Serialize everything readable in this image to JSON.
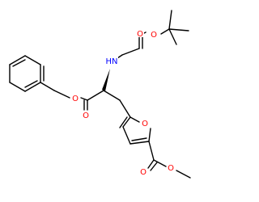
{
  "colors": {
    "background": "#ffffff",
    "bond": "#000000",
    "oxygen": "#ff0000",
    "nitrogen": "#0000ff"
  },
  "atoms": {
    "o_boc_carbonyl": "O",
    "o_boc_ether": "O",
    "nh": "HN",
    "o_benzyl_ether": "O",
    "o_ester_carbonyl": "O",
    "o_furan": "O",
    "o_methyl_carbonyl": "O",
    "o_methyl_ether": "O"
  }
}
